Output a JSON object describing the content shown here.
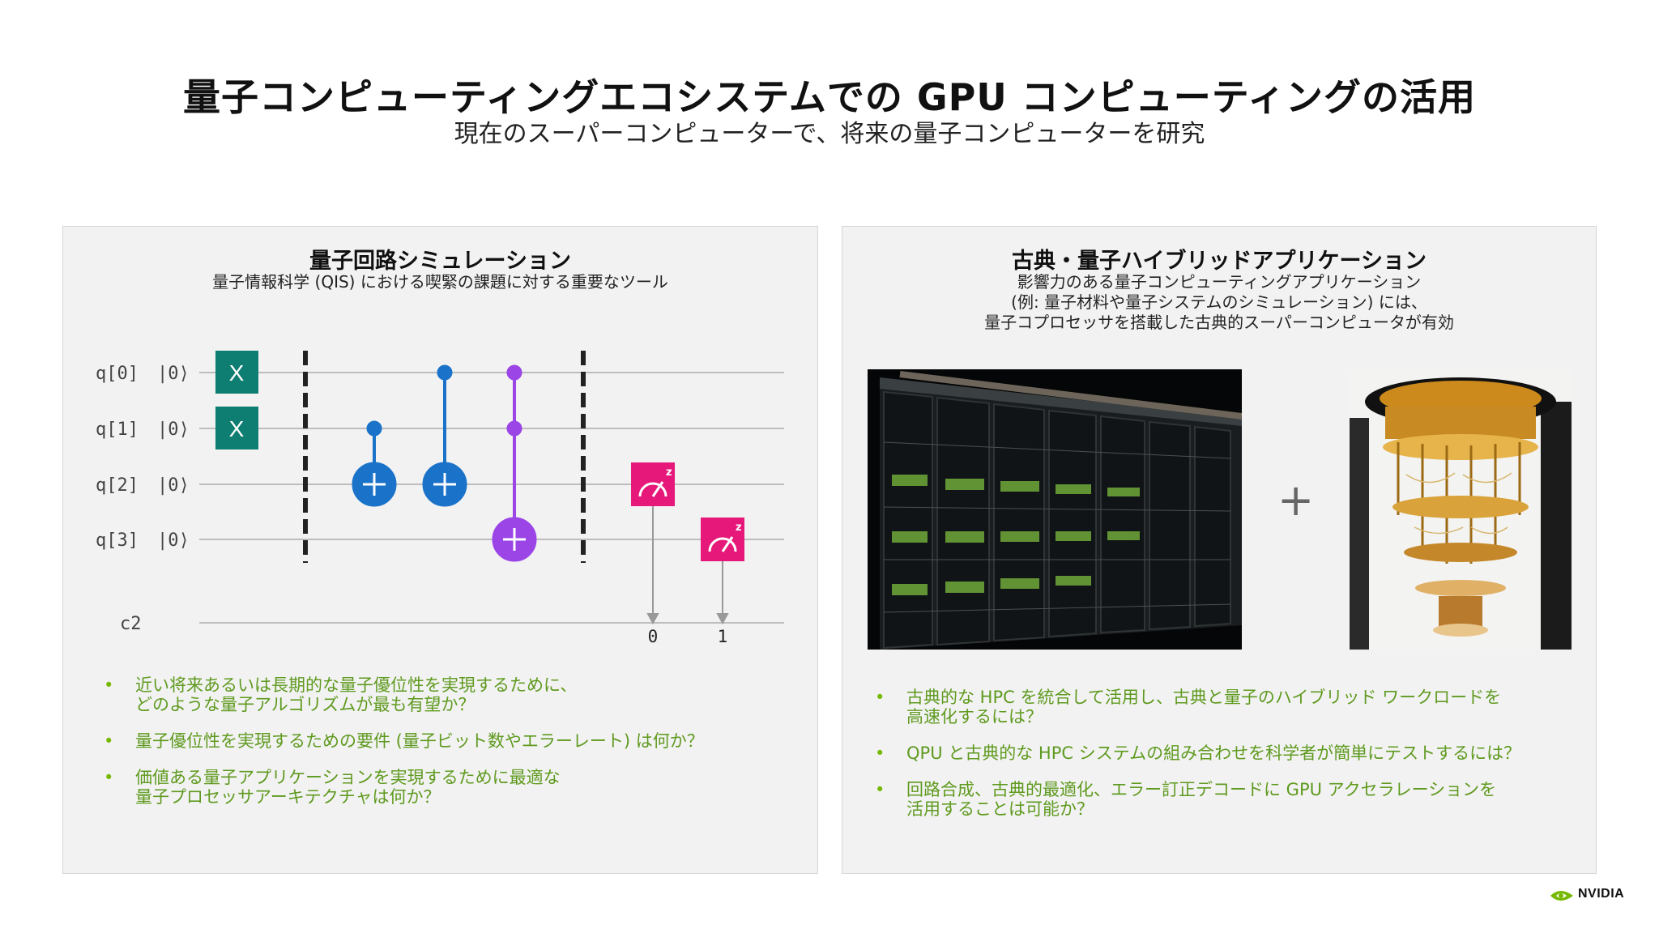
{
  "slide": {
    "title": "量子コンピューティングエコシステムでの GPU コンピューティングの活用",
    "subtitle": "現在のスーパーコンピューターで、将来の量子コンピューターを研究"
  },
  "left_panel": {
    "title": "量子回路シミュレーション",
    "description": "量子情報科学 (QIS) における喫緊の課題に対する重要なツール",
    "circuit": {
      "qubits": [
        "q[0]",
        "q[1]",
        "q[2]",
        "q[3]"
      ],
      "init_state": "|0⟩",
      "classical_register": "c2",
      "x_gate_label": "X",
      "measure_targets": [
        "0",
        "1"
      ],
      "colors": {
        "x_gate": "#0f7e72",
        "cnot": "#1a73c9",
        "toffoli": "#9b45e6",
        "measure": "#e6197a"
      }
    },
    "bullets": [
      "近い将来あるいは長期的な量子優位性を実現するために、\nどのような量子アルゴリズムが最も有望か？",
      "量子優位性を実現するための要件 (量子ビット数やエラーレート) は何か？",
      "価値ある量子アプリケーションを実現するために最適な\n量子プロセッサアーキテクチャは何か？"
    ]
  },
  "right_panel": {
    "title": "古典・量子ハイブリッドアプリケーション",
    "description": [
      "影響力のある量子コンピューティングアプリケーション",
      "(例: 量子材料や量子システムのシミュレーション) には、",
      "量子コプロセッサを搭載した古典的スーパーコンピュータが有効"
    ],
    "plus": "+",
    "bullets": [
      "古典的な HPC を統合して活用し、古典と量子のハイブリッド ワークロードを\n高速化するには？",
      "QPU と古典的な HPC システムの組み合わせを科学者が簡単にテストするには？",
      "回路合成、古典的最適化、エラー訂正デコードに GPU アクセラレーションを\n活用することは可能か？"
    ]
  },
  "footer": {
    "logo": "NVIDIA",
    "accent": "#76b900"
  }
}
